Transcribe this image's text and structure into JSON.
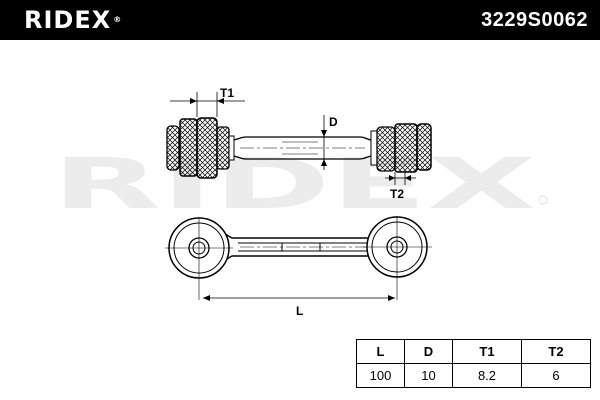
{
  "header": {
    "brand": "RIDEX",
    "part_number": "3229S0062"
  },
  "watermark": "RIDEX",
  "dimension_labels": {
    "t1": "T1",
    "d": "D",
    "t2": "T2",
    "l": "L"
  },
  "spec_table": {
    "headers": [
      "L",
      "D",
      "T1",
      "T2"
    ],
    "values": [
      "100",
      "10",
      "8.2",
      "6"
    ]
  },
  "colors": {
    "header_bg": "#000000",
    "header_text": "#ffffff",
    "watermark": "#ececec",
    "line": "#000000"
  }
}
